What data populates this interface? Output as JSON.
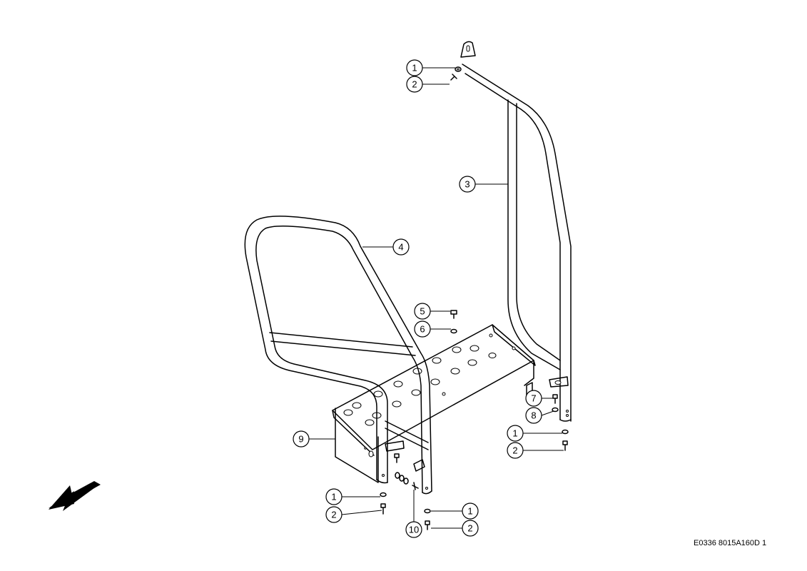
{
  "figure": {
    "reference_code": "E0336 8015A160D 1"
  },
  "callouts": [
    {
      "label": "1"
    },
    {
      "label": "2"
    },
    {
      "label": "3"
    },
    {
      "label": "4"
    },
    {
      "label": "5"
    },
    {
      "label": "6"
    },
    {
      "label": "7"
    },
    {
      "label": "8"
    },
    {
      "label": "1"
    },
    {
      "label": "2"
    },
    {
      "label": "9"
    },
    {
      "label": "1"
    },
    {
      "label": "2"
    },
    {
      "label": "10"
    },
    {
      "label": "1"
    },
    {
      "label": "2"
    }
  ]
}
